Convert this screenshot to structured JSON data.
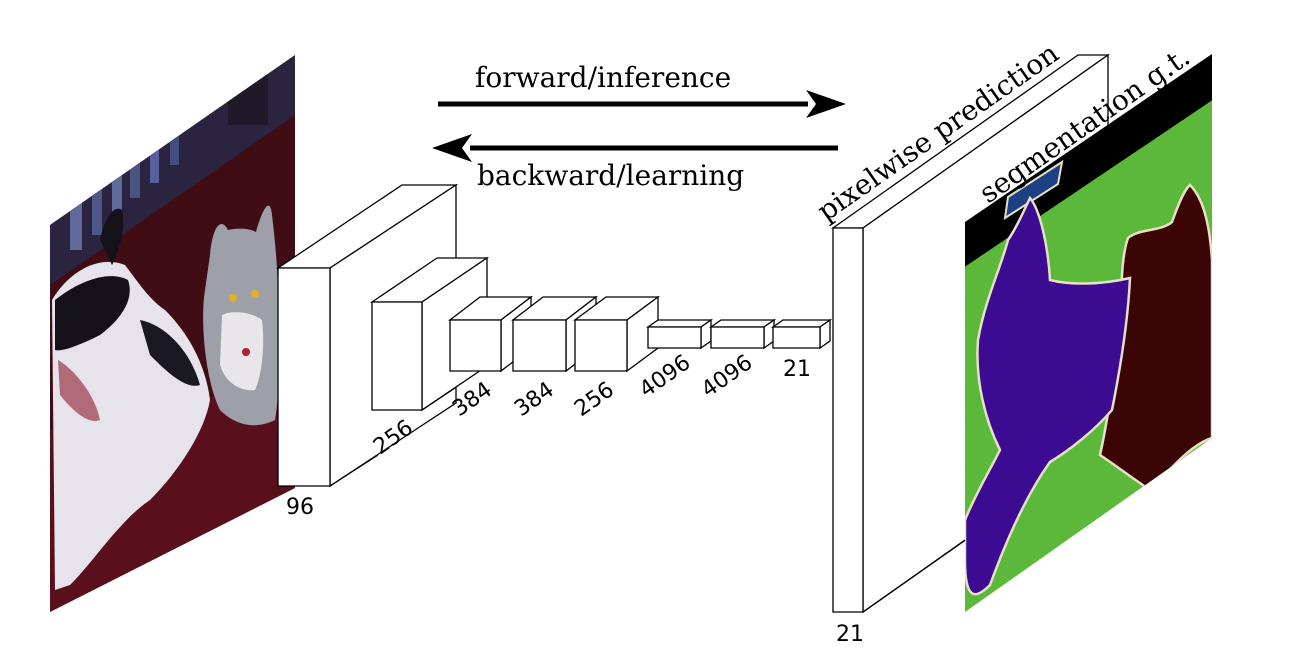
{
  "arrows": {
    "forward_label": "forward/inference",
    "backward_label": "backward/learning"
  },
  "output": {
    "prediction_label": "pixelwise prediction",
    "groundtruth_label": "segmentation g.t.",
    "prediction_depth": "21"
  },
  "layers": [
    {
      "label": "96"
    },
    {
      "label": "256"
    },
    {
      "label": "384"
    },
    {
      "label": "384"
    },
    {
      "label": "256"
    },
    {
      "label": "4096"
    },
    {
      "label": "4096"
    },
    {
      "label": "21"
    }
  ],
  "colors": {
    "gt_background": "#000000",
    "gt_grass": "#5cb83a",
    "gt_dog": "#3d0a92",
    "gt_cat": "#3c0505",
    "gt_sofa_patch": "#1d3f83",
    "gt_boundary": "#e6e0c6",
    "photo_sofa": "#400d15"
  }
}
